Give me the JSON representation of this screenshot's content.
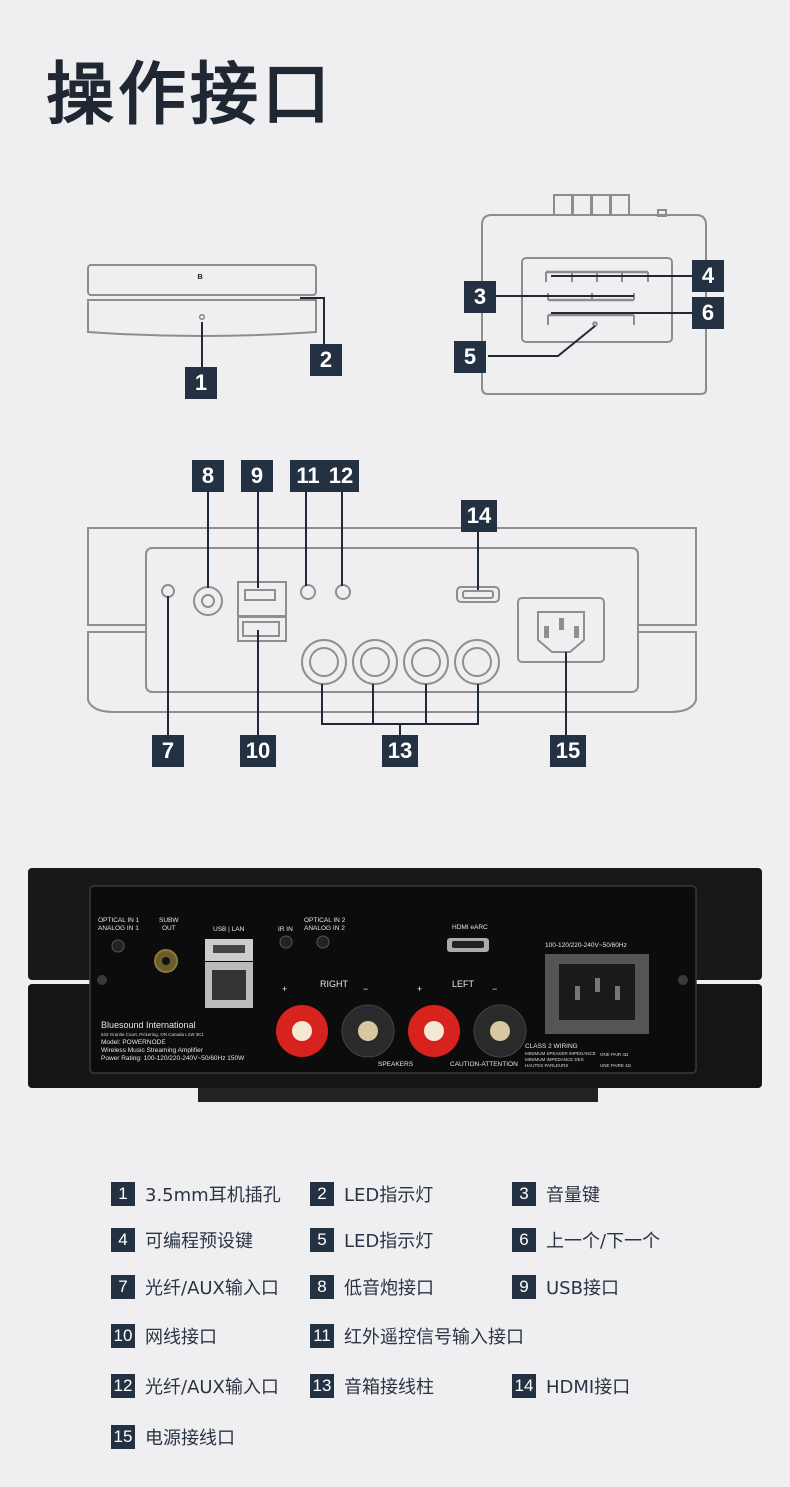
{
  "title": "操作接口",
  "diagram_badges": [
    "1",
    "2",
    "3",
    "4",
    "5",
    "6",
    "7",
    "8",
    "9",
    "10",
    "11",
    "12",
    "13",
    "14",
    "15"
  ],
  "photo_labels": {
    "optical_in_1": "OPTICAL IN 1",
    "analog_in_1": "ANALOG IN 1",
    "subw": "SUBW",
    "out": "OUT",
    "usb_lan": "USB | LAN",
    "ir_in": "IR IN",
    "optical_in_2": "OPTICAL IN 2",
    "analog_in_2": "ANALOG IN 2",
    "hdmi_earc": "HDMI eARC",
    "power_spec": "100-120/220-240V~50/60Hz",
    "right": "RIGHT",
    "left": "LEFT",
    "plus": "+",
    "minus": "−",
    "brand": "Bluesound International",
    "address": "633 Granite Court, Pickering, ON Canada L1W 3K1",
    "model": "Model: POWERNODE",
    "description": "Wireless Music Streaming Amplifier",
    "power_rating": "Power Rating: 100-120/220-240V~50/60Hz 150W",
    "speakers": "SPEAKERS",
    "caution": "CAUTION-ATTENTION",
    "class2": "CLASS 2 WIRING",
    "min_impedance": "MINIMUM SPEAKER IMPEDANCE",
    "min_impedance_fr": "MINIMUM IMPEDANCE DES",
    "hp": "HAUTES PARLEURS",
    "one_pair": "ONE PAIR 4Ω",
    "une_paire": "UNE PAIRE 4Ω"
  },
  "legend": [
    {
      "num": "1",
      "text": "3.5mm耳机插孔"
    },
    {
      "num": "2",
      "text": "LED指示灯"
    },
    {
      "num": "3",
      "text": "音量键"
    },
    {
      "num": "4",
      "text": "可编程预设键"
    },
    {
      "num": "5",
      "text": "LED指示灯"
    },
    {
      "num": "6",
      "text": "上一个/下一个"
    },
    {
      "num": "7",
      "text": "光纤/AUX输入口"
    },
    {
      "num": "8",
      "text": "低音炮接口"
    },
    {
      "num": "9",
      "text": "USB接口"
    },
    {
      "num": "10",
      "text": "网线接口"
    },
    {
      "num": "11",
      "text": "红外遥控信号输入接口"
    },
    {
      "num": "12",
      "text": "光纤/AUX输入口"
    },
    {
      "num": "13",
      "text": "音箱接线柱"
    },
    {
      "num": "14",
      "text": "HDMI接口"
    },
    {
      "num": "15",
      "text": "电源接线口"
    }
  ],
  "colors": {
    "badge": "#233142",
    "background": "#efeff1",
    "line_art": "#9a9a9a",
    "terminal_red": "#d8221e"
  }
}
